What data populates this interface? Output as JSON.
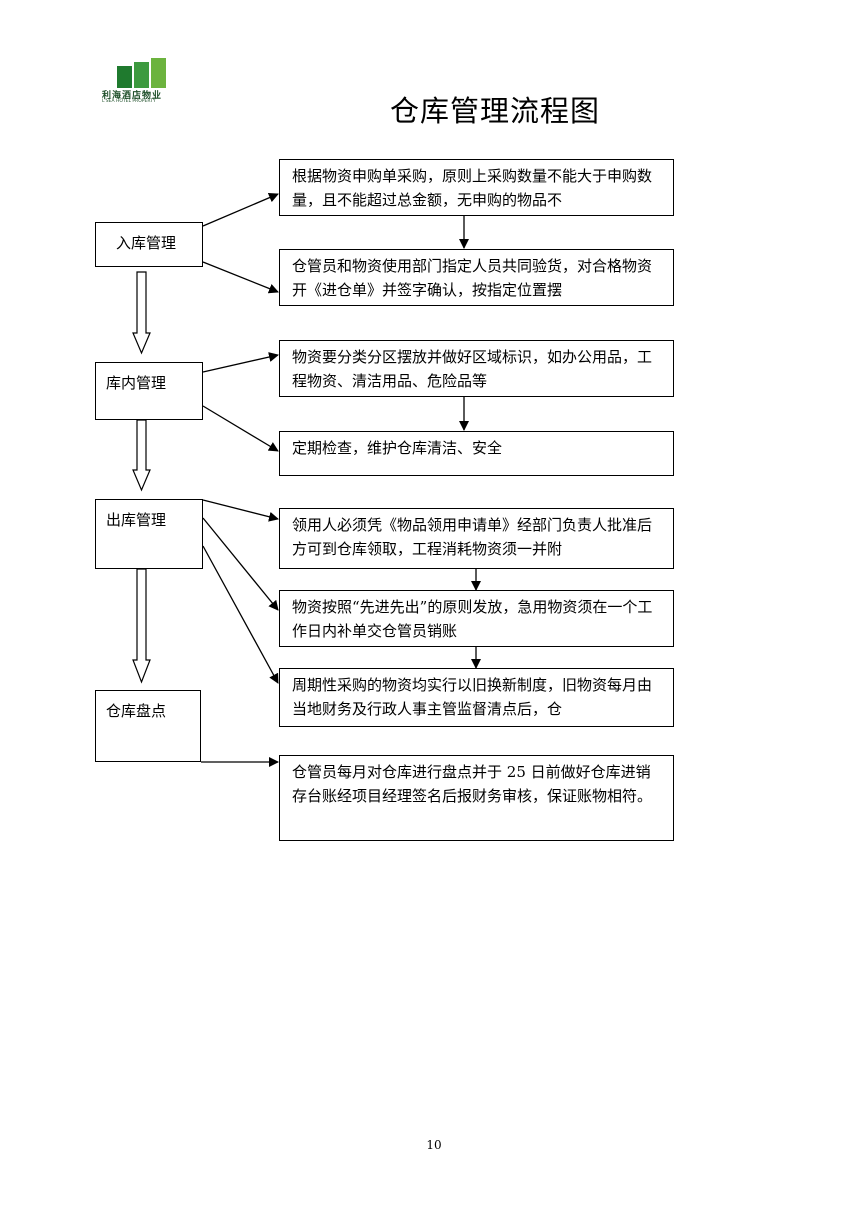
{
  "logo": {
    "name_cn": "利海酒店物业",
    "name_en": "L'SEA HOTEL PROPERTY"
  },
  "title": "仓库管理流程图",
  "stages": {
    "inbound": "入库管理",
    "in_warehouse": "库内管理",
    "outbound": "出库管理",
    "inventory": "仓库盘点"
  },
  "steps": {
    "purchase": "根据物资申购单采购，原则上采购数量不能大于申购数量，且不能超过总金额，无申购的物品不",
    "acceptance": "仓管员和物资使用部门指定人员共同验货，对合格物资开《进仓单》并签字确认，按指定位置摆",
    "classify": "物资要分类分区摆放并做好区域标识，如办公用品，工程物资、清洁用品、危险品等",
    "inspect": "定期检查，维护仓库清洁、安全",
    "requisition": "领用人必须凭《物品领用申请单》经部门负责人批准后方可到仓库领取，工程消耗物资须一并附",
    "fifo": "物资按照“先进先出”的原则发放，急用物资须在一个工作日内补单交仓管员销账",
    "replace": "周期性采购的物资均实行以旧换新制度，旧物资每月由当地财务及行政人事主管监督清点后，仓",
    "stocktake": "仓管员每月对仓库进行盘点并于 25 日前做好仓库进销存台账经项目经理签名后报财务审核，保证账物相符。"
  },
  "page_number": "10"
}
